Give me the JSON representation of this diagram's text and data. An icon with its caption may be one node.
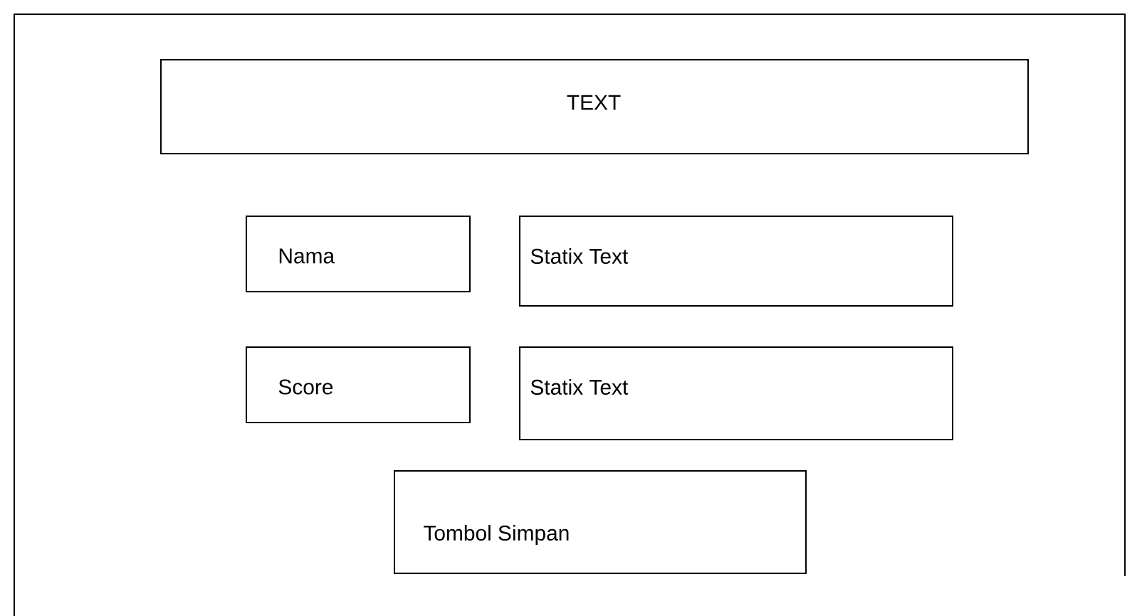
{
  "diagram": {
    "nodes": [
      {
        "text": [],
        "shape": "box"
      },
      {
        "text": [
          "TEXT"
        ],
        "in": 0
      },
      {
        "text": [
          "Nama"
        ],
        "in": 0
      },
      {
        "text": [
          "Statix Text"
        ],
        "in": 0
      },
      {
        "text": [
          "Score"
        ],
        "in": 0
      },
      {
        "text": [
          "Statix Text"
        ],
        "in": 0
      },
      {
        "text": [
          "Tombol Simpan"
        ],
        "in": 0
      }
    ]
  }
}
